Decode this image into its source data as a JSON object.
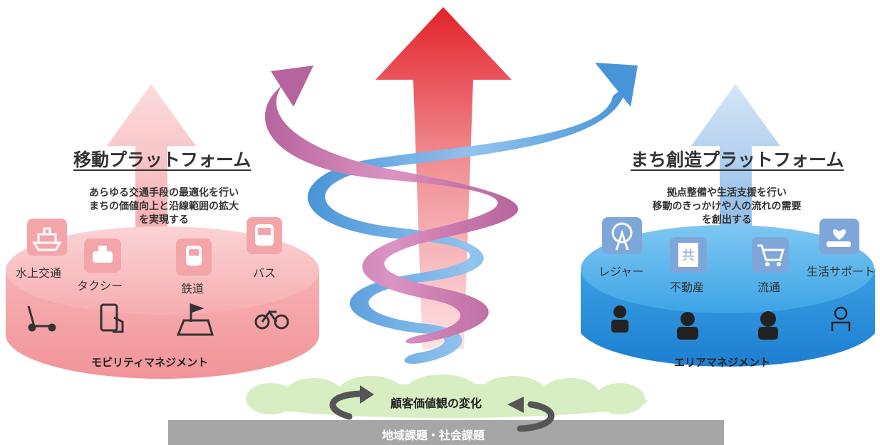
{
  "left": {
    "title": "移動プラットフォーム",
    "desc": [
      "あらゆる交通手段の最適化を行い",
      "まちの価値向上と沿線範囲の拡大",
      "を実現する"
    ],
    "icons": [
      {
        "label": "水上交通",
        "icon": "ship-icon"
      },
      {
        "label": "タクシー",
        "icon": "taxi-icon"
      },
      {
        "label": "鉄道",
        "icon": "train-icon"
      },
      {
        "label": "バス",
        "icon": "bus-icon"
      }
    ],
    "bottom_icons": [
      "kick-scooter-icon",
      "smartphone-icon",
      "map-flag-icon",
      "bicycle-icon"
    ],
    "base": "モビリティマネジメント",
    "color": "#f5a7aa"
  },
  "right": {
    "title": "まち創造プラットフォーム",
    "desc": [
      "拠点整備や生活支援を行い",
      "移動のきっかけや人の流れの需要",
      "を創出する"
    ],
    "icons": [
      {
        "label": "レジャー",
        "icon": "ferris-wheel-icon"
      },
      {
        "label": "不動産",
        "icon": "building-icon"
      },
      {
        "label": "流通",
        "icon": "shopping-cart-icon"
      },
      {
        "label": "生活サポート",
        "icon": "heart-hand-icon"
      }
    ],
    "bottom_icons": [
      "staff-icon",
      "worker-icon",
      "woman-icon",
      "chef-icon"
    ],
    "base": "エリアマネジメント",
    "color": "#3b97dd"
  },
  "center": {
    "cloud_label": "顧客価値観の変化",
    "ground_label": "地域課題・社会課題"
  },
  "colors": {
    "pink": "#f5a7aa",
    "blue": "#3b97dd",
    "red": "#e8262d",
    "purple": "#c86fa8",
    "green": "#d6ecc0",
    "grey": "#a6a6a6"
  }
}
